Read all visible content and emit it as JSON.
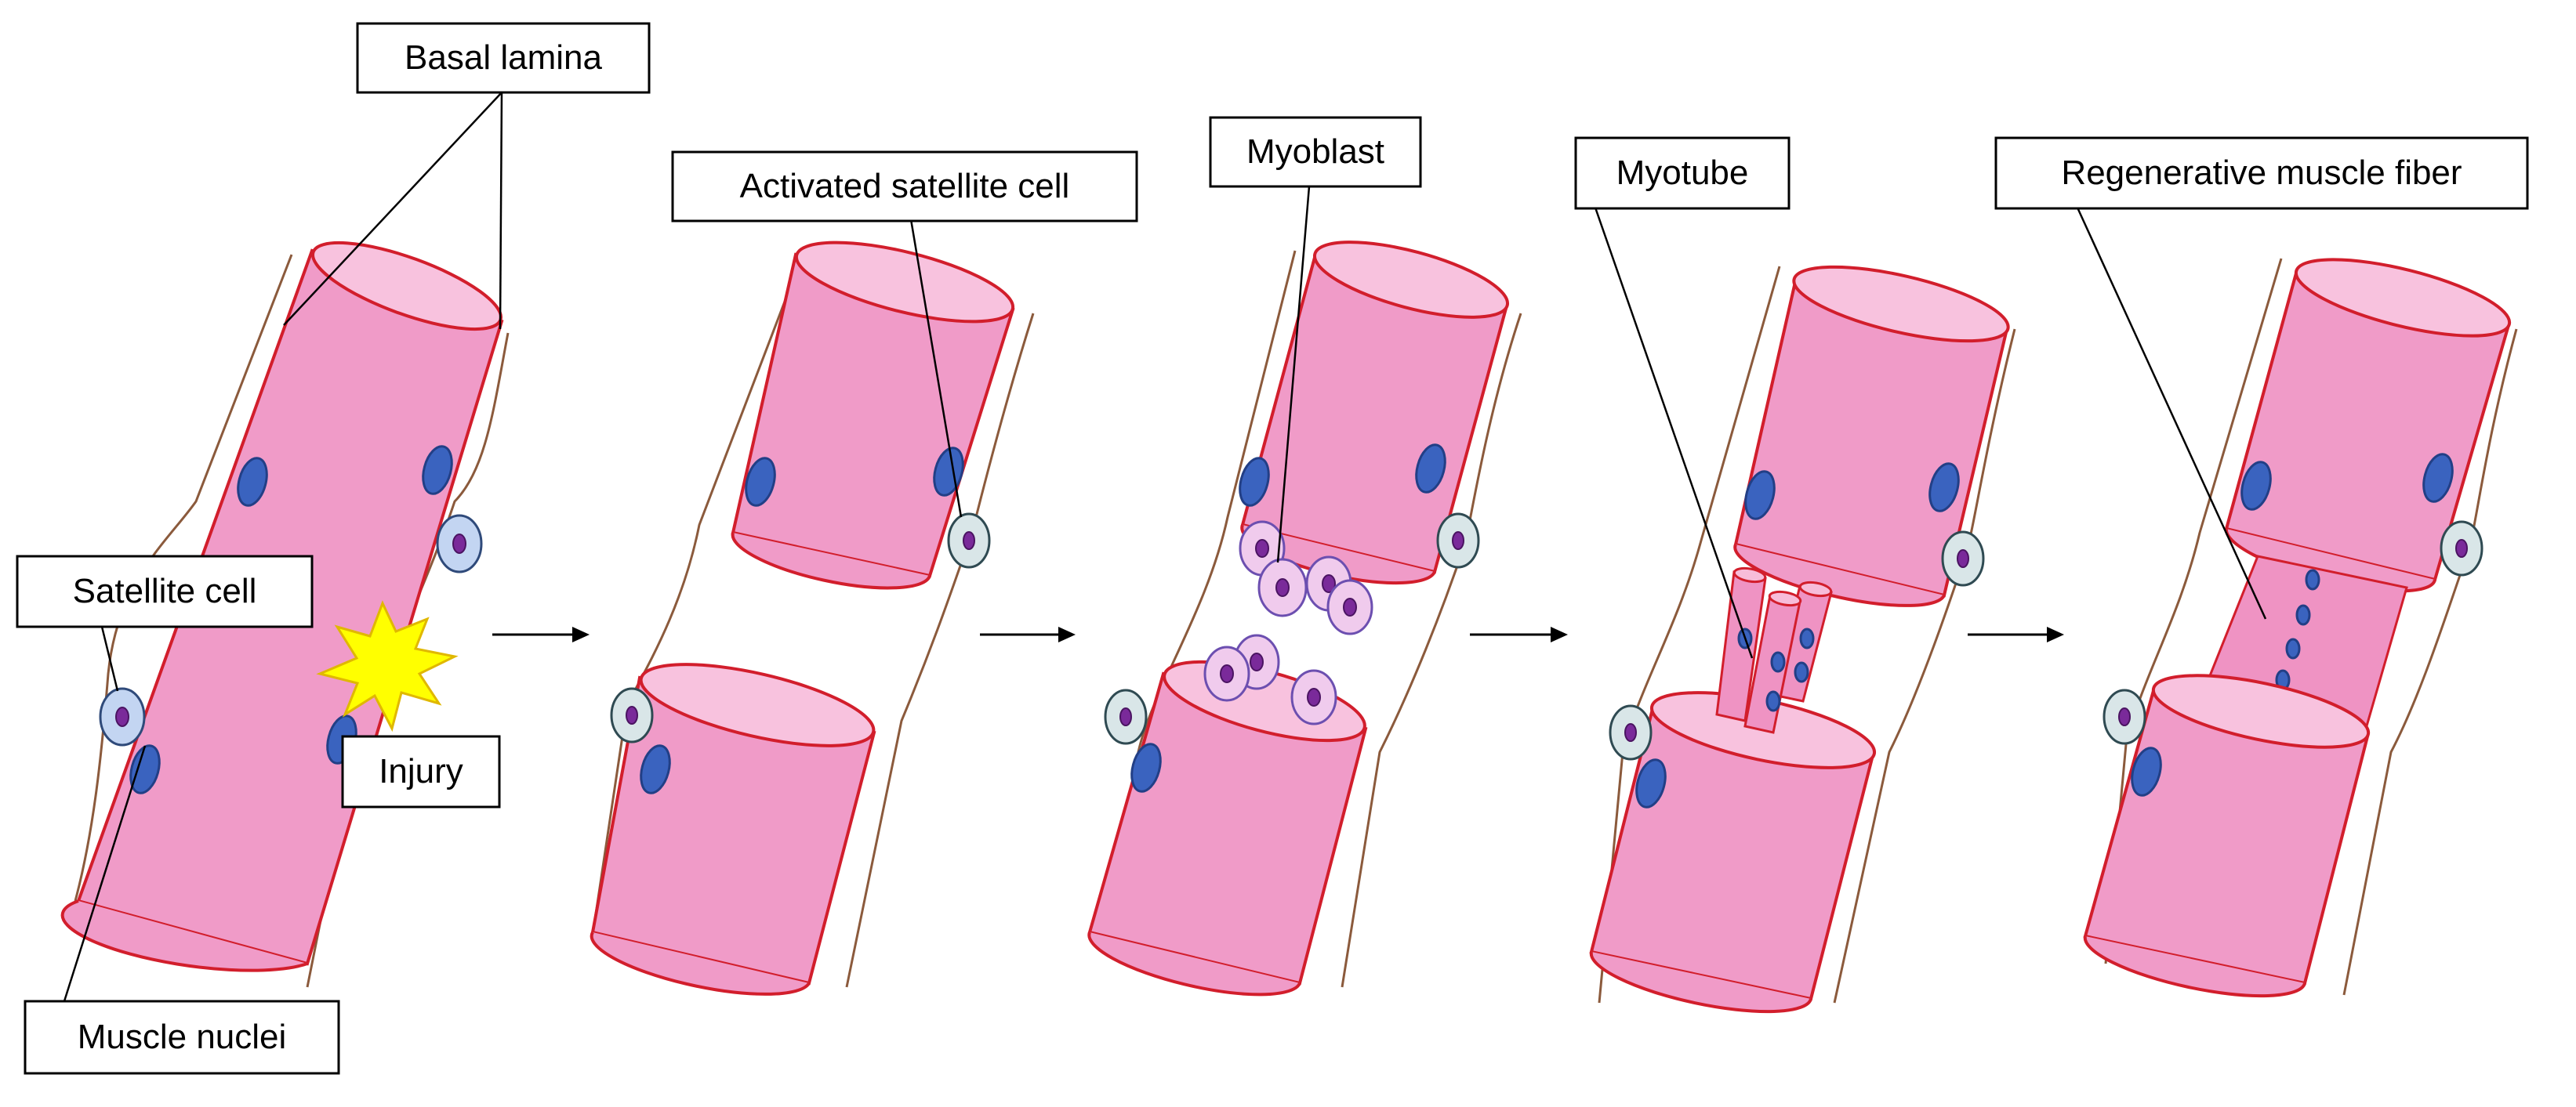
{
  "labels": {
    "basal_lamina": "Basal lamina",
    "satellite_cell": "Satellite cell",
    "muscle_nuclei": "Muscle nuclei",
    "injury": "Injury",
    "activated_satellite_cell": "Activated satellite cell",
    "myoblast": "Myoblast",
    "myotube": "Myotube",
    "regenerative_muscle_fiber": "Regenerative muscle fiber"
  },
  "colors": {
    "fiber_fill": "#f09bc8",
    "fiber_outline": "#d21e2c",
    "nucleus": "#3a63bf",
    "satellite_core": "#7a2a9a",
    "basal_lamina": "#8b5a3c",
    "injury_burst": "#ffff00"
  },
  "stages": [
    "intact-fiber-with-injury",
    "activated-satellite-cell",
    "myoblast-proliferation",
    "myotube-formation",
    "regenerative-fiber"
  ]
}
